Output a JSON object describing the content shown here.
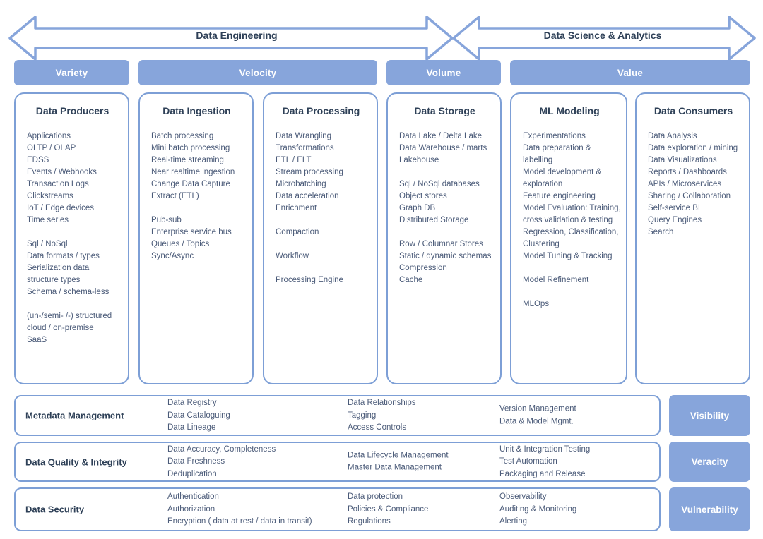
{
  "header": {
    "arrows": [
      {
        "label": "Data Engineering"
      },
      {
        "label": "Data Science & Analytics"
      }
    ]
  },
  "v_categories": [
    {
      "label": "Variety"
    },
    {
      "label": "Velocity"
    },
    {
      "label": "Volume"
    },
    {
      "label": "Value"
    }
  ],
  "pillars": [
    {
      "title": "Data Producers",
      "groups": [
        [
          "Applications",
          "OLTP / OLAP",
          "EDSS",
          "Events / Webhooks",
          "Transaction Logs",
          "Clickstreams",
          "IoT / Edge devices",
          "Time series"
        ],
        [
          "Sql / NoSql",
          "Data formats / types",
          "Serialization data",
          "structure types",
          "Schema / schema-less"
        ],
        [
          "(un-/semi- /-) structured",
          "cloud / on-premise",
          "SaaS"
        ]
      ]
    },
    {
      "title": "Data Ingestion",
      "groups": [
        [
          "Batch processing",
          "Mini batch processing",
          "Real-time streaming",
          "Near realtime ingestion",
          "Change Data Capture",
          "Extract (ETL)"
        ],
        [
          "Pub-sub",
          "Enterprise service bus",
          "Queues / Topics",
          "Sync/Async"
        ]
      ]
    },
    {
      "title": "Data Processing",
      "groups": [
        [
          "Data Wrangling",
          "Transformations",
          "ETL / ELT",
          "Stream processing",
          "Microbatching",
          "Data acceleration",
          "Enrichment"
        ],
        [
          "Compaction"
        ],
        [
          "Workflow"
        ],
        [
          "Processing Engine"
        ]
      ]
    },
    {
      "title": "Data Storage",
      "groups": [
        [
          "Data Lake / Delta Lake",
          "Data Warehouse / marts",
          "Lakehouse"
        ],
        [
          "Sql / NoSql databases",
          "Object stores",
          "Graph DB",
          "Distributed Storage"
        ],
        [
          "Row / Columnar Stores",
          "Static / dynamic schemas",
          "Compression",
          "Cache"
        ]
      ]
    },
    {
      "title": "ML Modeling",
      "groups": [
        [
          "Experimentations",
          "Data preparation &",
          "labelling",
          "Model development &",
          "exploration",
          "Feature engineering",
          "Model Evaluation: Training,",
          "cross validation & testing",
          "Regression, Classification,",
          "Clustering",
          "Model Tuning & Tracking"
        ],
        [
          "Model Refinement"
        ],
        [
          "MLOps"
        ]
      ]
    },
    {
      "title": "Data Consumers",
      "groups": [
        [
          "Data Analysis",
          "Data exploration / mining",
          "Data Visualizations",
          "Reports / Dashboards",
          "APIs / Microservices",
          "Sharing / Collaboration",
          "Self-service BI",
          "Query Engines",
          "Search"
        ]
      ]
    }
  ],
  "layers": [
    {
      "title": "Metadata Management",
      "columns": [
        [
          "Data Registry",
          "Data Cataloguing",
          "Data Lineage"
        ],
        [
          "Data Relationships",
          "Tagging",
          "Access Controls"
        ],
        [
          "Version Management",
          "Data & Model Mgmt."
        ]
      ],
      "v_label": "Visibility"
    },
    {
      "title": "Data Quality & Integrity",
      "columns": [
        [
          "Data Accuracy, Completeness",
          "Data Freshness",
          "Deduplication"
        ],
        [
          "Data Lifecycle Management",
          "Master Data Management"
        ],
        [
          "Unit & Integration Testing",
          "Test Automation",
          "Packaging and Release"
        ]
      ],
      "v_label": "Veracity"
    },
    {
      "title": "Data Security",
      "columns": [
        [
          "Authentication",
          "Authorization",
          "Encryption ( data at rest / data in transit)"
        ],
        [
          "Data protection",
          "Policies & Compliance",
          "Regulations"
        ],
        [
          "Observability",
          "Auditing & Monitoring",
          "Alerting"
        ]
      ],
      "v_label": "Vulnerability"
    }
  ],
  "colors": {
    "accent_blue": "#87A5DB",
    "border_blue": "#7D9FD6",
    "heading_navy": "#2E4057",
    "body_slate": "#4A5A78",
    "white": "#FFFFFF"
  }
}
